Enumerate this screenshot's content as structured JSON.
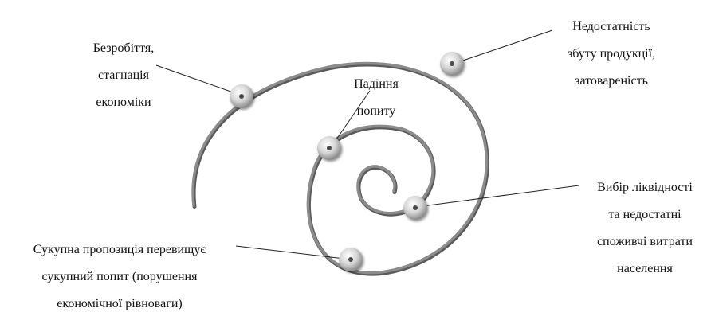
{
  "labels": {
    "unemployment": [
      "Безробіття,",
      "стагнація",
      "економіки"
    ],
    "insufficient_sales": [
      "Недостатність",
      "збуту продукції,",
      "затовареність"
    ],
    "demand_drop": [
      "Падіння",
      "попиту"
    ],
    "liquidity": [
      "Вибір ліквідності",
      "та недостатні",
      "споживчі витрати",
      "населення"
    ],
    "aggregate_supply": [
      "Сукупна пропозиція перевищує",
      "сукупний попит (порушення",
      "економічної рівноваги)"
    ]
  },
  "colors": {
    "spiral": "#8c8c8c",
    "spiral_dark": "#5a5a5a",
    "pointer": "#222222",
    "node": "#cfcfcf",
    "text": "#111111"
  },
  "node_icon": "disc-node-icon"
}
